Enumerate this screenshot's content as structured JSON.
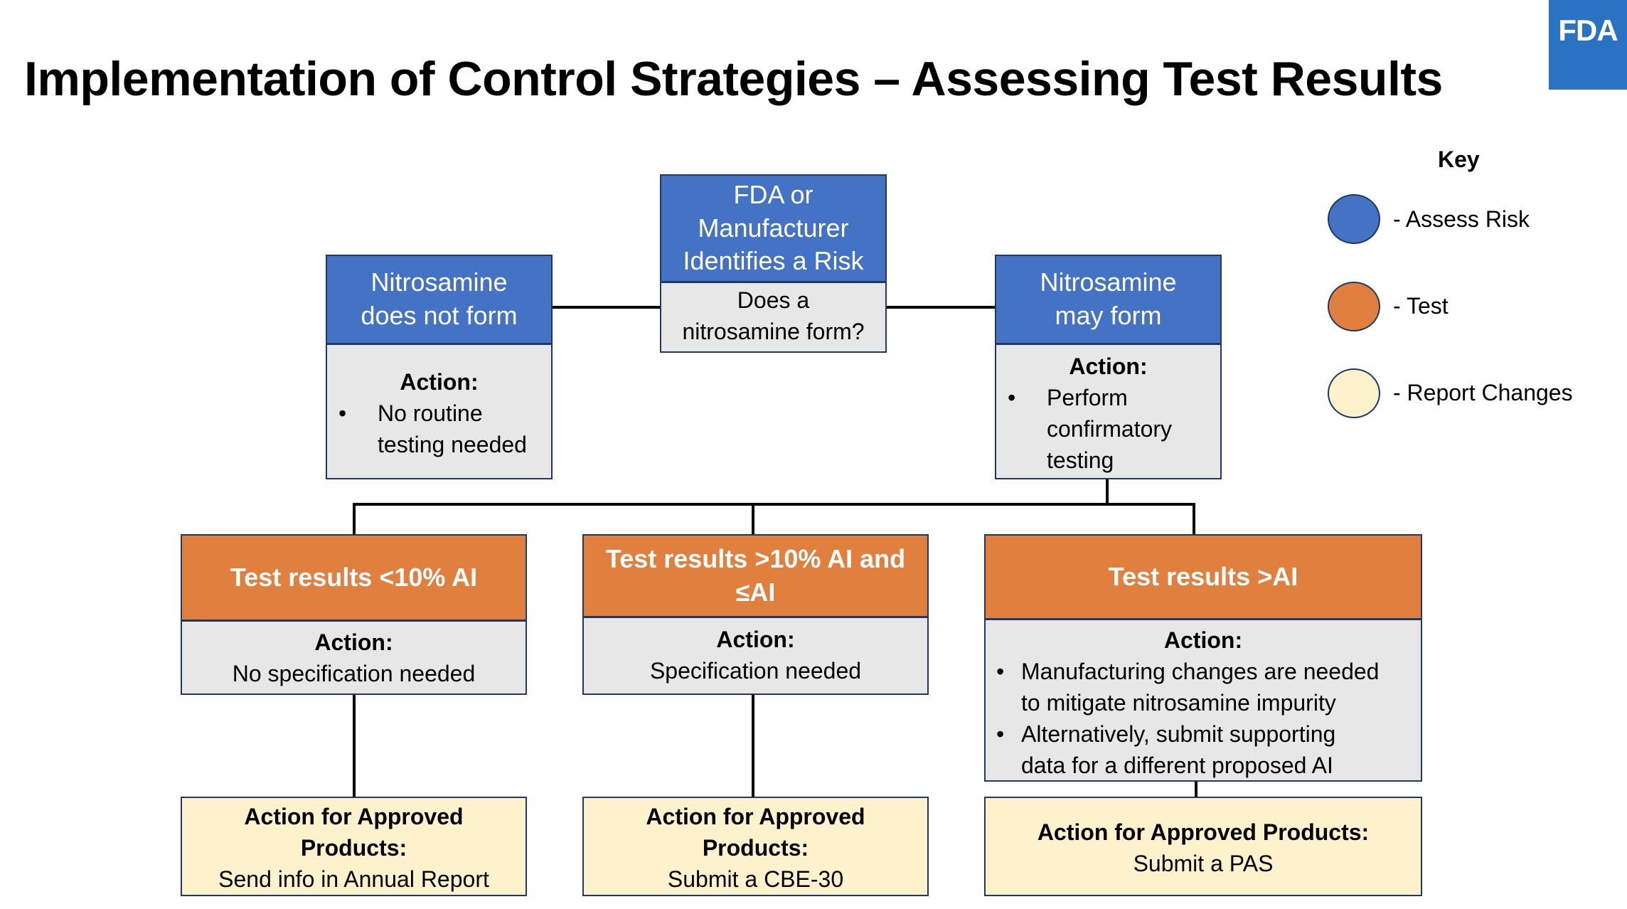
{
  "title": "Implementation of Control Strategies – Assessing Test Results",
  "logo_text": "FDA",
  "colors": {
    "assess_risk": "#4472c4",
    "test": "#e07f3e",
    "report_changes": "#fdf2cc",
    "box_body": "#e7e7e7",
    "border": "#1f3864",
    "logo": "#2a73c3"
  },
  "key": {
    "title": "Key",
    "items": [
      {
        "label": "- Assess Risk",
        "color": "#4472c4"
      },
      {
        "label": "- Test",
        "color": "#e07f3e"
      },
      {
        "label": "- Report Changes",
        "color": "#fdf2cc"
      }
    ]
  },
  "center": {
    "head_lines": [
      "FDA or",
      "Manufacturer",
      "Identifies a Risk"
    ],
    "question_lines": [
      "Does a",
      "nitrosamine form?"
    ]
  },
  "left": {
    "head_lines": [
      "Nitrosamine",
      "does not form"
    ],
    "action_label": "Action:",
    "bullet_lines": [
      "No routine",
      "testing needed"
    ]
  },
  "right": {
    "head_lines": [
      "Nitrosamine",
      "may form"
    ],
    "action_label": "Action:",
    "bullet_lines": [
      "Perform",
      "confirmatory",
      "testing"
    ]
  },
  "test_low": {
    "head": "Test results <10% AI",
    "action_label": "Action:",
    "action_text": "No specification needed",
    "report_lines": [
      "Action for Approved",
      "Products:"
    ],
    "report_text": "Send info in Annual Report"
  },
  "test_mid": {
    "head_lines": [
      "Test results >10% AI and",
      "≤AI"
    ],
    "action_label": "Action:",
    "action_text": "Specification needed",
    "report_lines": [
      "Action for Approved",
      "Products:"
    ],
    "report_text": "Submit a CBE-30"
  },
  "test_high": {
    "head": "Test results >AI",
    "action_label": "Action:",
    "bullets": [
      [
        "Manufacturing changes are needed",
        "to mitigate nitrosamine impurity"
      ],
      [
        "Alternatively, submit supporting",
        "data for a different proposed AI"
      ]
    ],
    "report_label": "Action for Approved Products:",
    "report_text": "Submit a PAS"
  }
}
